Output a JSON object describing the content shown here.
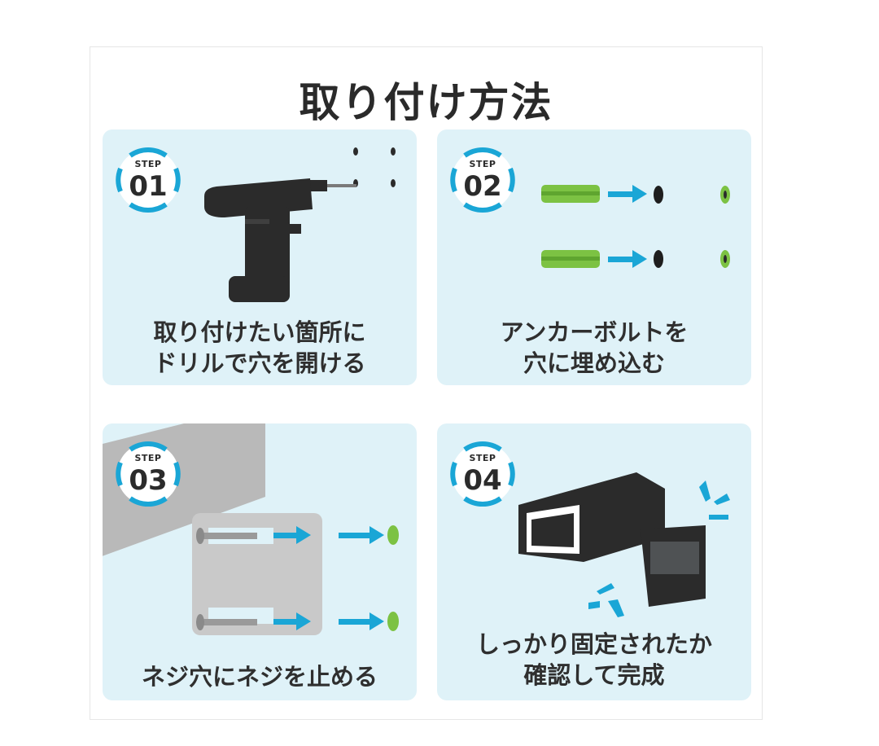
{
  "page": {
    "title": "取り付け方法"
  },
  "steps": [
    {
      "step_label": "STEP",
      "number": "01",
      "caption_line1": "取り付けたい箇所に",
      "caption_line2": "ドリルで穴を開ける"
    },
    {
      "step_label": "STEP",
      "number": "02",
      "caption_line1": "アンカーボルトを",
      "caption_line2": "穴に埋め込む"
    },
    {
      "step_label": "STEP",
      "number": "03",
      "caption_line1": "ネジ穴にネジを止める",
      "caption_line2": ""
    },
    {
      "step_label": "STEP",
      "number": "04",
      "caption_line1": "しっかり固定されたか",
      "caption_line2": "確認して完成"
    }
  ],
  "colors": {
    "card_bg": "#dff2f8",
    "accent_blue": "#1aa6d6",
    "dark": "#2b2b2b",
    "anchor_green": "#7cc243",
    "bracket_gray": "#b9b9b9"
  },
  "icons": {
    "step1": "drill-icon",
    "step2": "anchor-bolt-icon",
    "step3": "screw-icon",
    "step4": "mounted-bracket-icon",
    "arrow": "arrow-right-icon"
  }
}
